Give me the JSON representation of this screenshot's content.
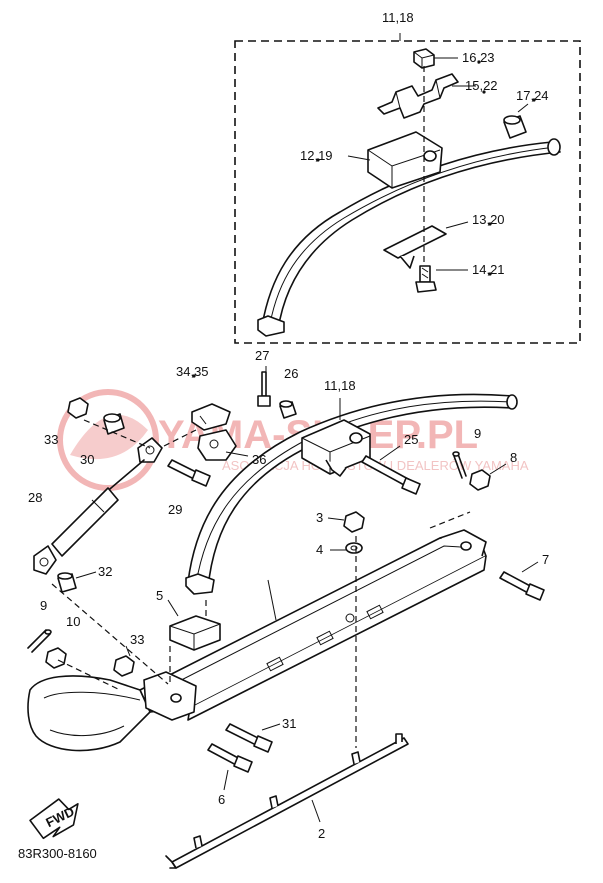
{
  "diagram": {
    "callouts": {
      "c1118_top": "11,18",
      "c1623": "16,23",
      "c1522": "15,22",
      "c1724": "17,24",
      "c1219": "12,19",
      "c1320": "13,20",
      "c1421": "14,21",
      "c27": "27",
      "c26": "26",
      "c1118_mid": "11,18",
      "c3435": "34,35",
      "c33a": "33",
      "c30": "30",
      "c36": "36",
      "c25": "25",
      "c9a": "9",
      "c8": "8",
      "c29": "29",
      "c28": "28",
      "c3": "3",
      "c4": "4",
      "c7": "7",
      "c32": "32",
      "c5": "5",
      "c9b": "9",
      "c10": "10",
      "c33b": "33",
      "c31": "31",
      "c6": "6",
      "c2": "2"
    },
    "fwd_arrow_text": "FWD",
    "part_number": "83R300-8160"
  },
  "watermark": {
    "brand": "YAMA-SHEEP.PL",
    "subtitle": "ASOCJACJA HOBBYSTÓW I DEALERÓW YAMAHA",
    "color": "#f2b6b6"
  }
}
